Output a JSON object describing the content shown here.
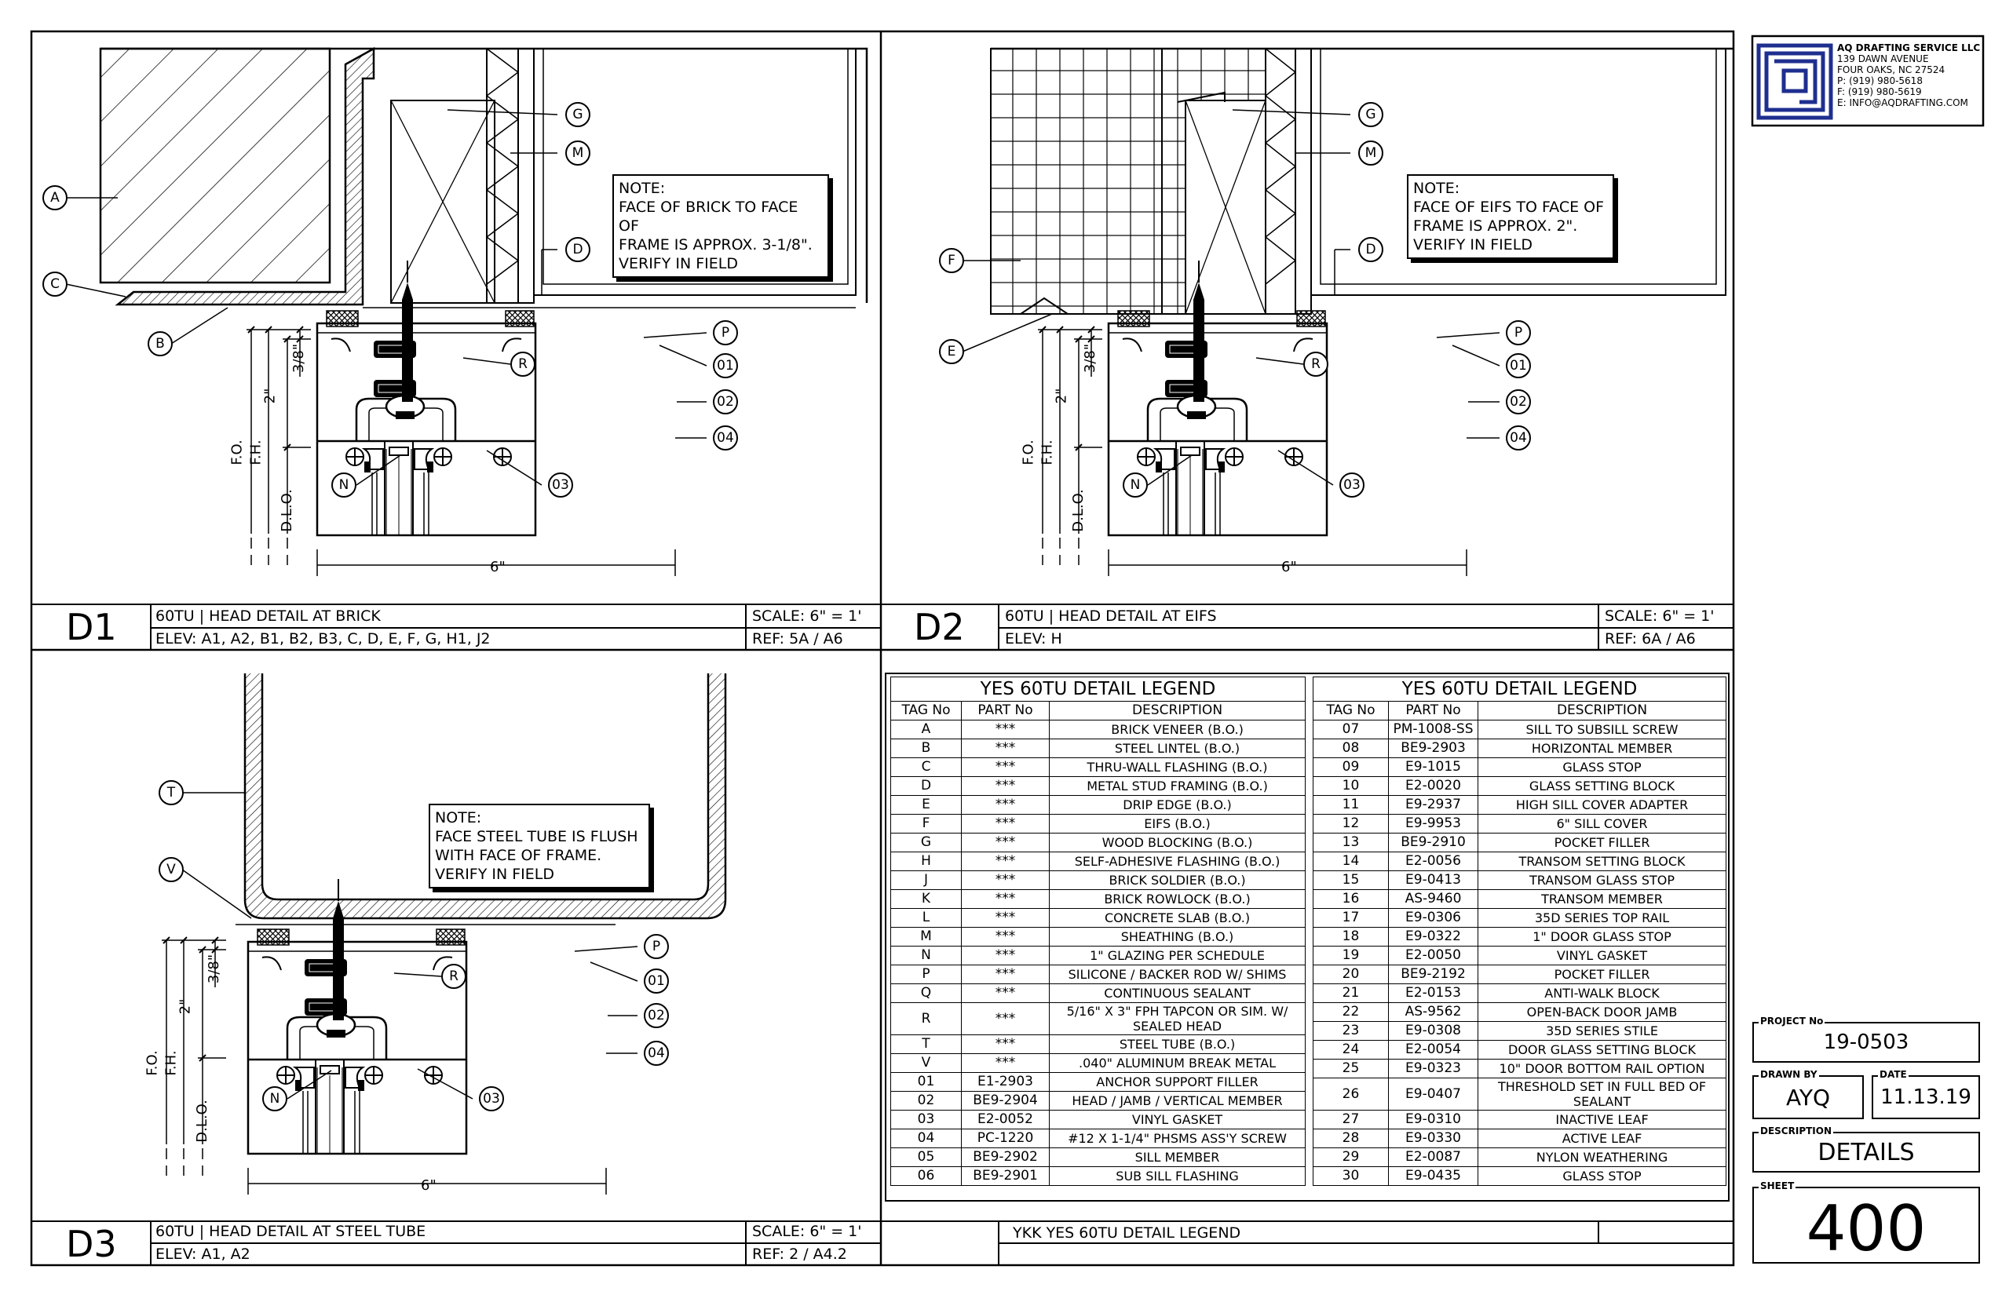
{
  "company": {
    "name": "AQ DRAFTING SERVICE LLC",
    "address1": "139 DAWN AVENUE",
    "address2": "FOUR OAKS, NC 27524",
    "phone": "P: (919) 980-5618",
    "fax": "F: (919) 980-5619",
    "email": "E: INFO@AQDRAFTING.COM"
  },
  "colors": {
    "logo_blue": "#1f2f8f",
    "line": "#000000"
  },
  "details": [
    {
      "id": "D1",
      "title": "60TU | HEAD DETAIL AT BRICK",
      "elev": "ELEV: A1, A2, B1, B2, B3, C, D, E, F, G, H1, J2",
      "scale": "SCALE: 6\" = 1'",
      "ref": "REF: 5A / A6",
      "note": [
        "NOTE:",
        "FACE OF BRICK TO FACE OF",
        "FRAME IS APPROX. 3-1/8\".",
        "VERIFY IN FIELD"
      ],
      "dims": {
        "fo": "F.O.",
        "fh": "F.H.",
        "dlo": "D.L.O.",
        "d38": "3/8\"",
        "d2": "2\"",
        "d6": "6\""
      },
      "tags": [
        "A",
        "C",
        "B",
        "G",
        "M",
        "D",
        "P",
        "R",
        "01",
        "02",
        "04",
        "N",
        "03"
      ]
    },
    {
      "id": "D2",
      "title": "60TU | HEAD DETAIL AT EIFS",
      "elev": "ELEV: H",
      "scale": "SCALE: 6\" = 1'",
      "ref": "REF: 6A / A6",
      "note": [
        "NOTE:",
        "FACE OF EIFS TO FACE OF",
        "FRAME IS APPROX. 2\".",
        "VERIFY IN FIELD"
      ],
      "dims": {
        "fo": "F.O.",
        "fh": "F.H.",
        "dlo": "D.L.O.",
        "d38": "3/8\"",
        "d2": "2\"",
        "d6": "6\""
      },
      "tags": [
        "F",
        "E",
        "G",
        "M",
        "D",
        "P",
        "R",
        "01",
        "02",
        "04",
        "N",
        "03"
      ]
    },
    {
      "id": "D3",
      "title": "60TU | HEAD DETAIL AT STEEL TUBE",
      "elev": "ELEV: A1, A2",
      "scale": "SCALE: 6\" = 1'",
      "ref": "REF: 2 / A4.2",
      "note": [
        "NOTE:",
        "FACE STEEL TUBE IS FLUSH",
        "WITH FACE OF FRAME.",
        "VERIFY IN FIELD"
      ],
      "dims": {
        "fo": "F.O.",
        "fh": "F.H.",
        "dlo": "D.L.O.",
        "d38": "3/8\"",
        "d2": "2\"",
        "d6": "6\""
      },
      "tags": [
        "T",
        "V",
        "P",
        "R",
        "01",
        "02",
        "04",
        "N",
        "03"
      ]
    }
  ],
  "legend": {
    "title": "YES 60TU DETAIL LEGEND",
    "headers": [
      "TAG No",
      "PART No",
      "DESCRIPTION"
    ],
    "left": [
      [
        "A",
        "***",
        "BRICK VENEER (B.O.)"
      ],
      [
        "B",
        "***",
        "STEEL LINTEL (B.O.)"
      ],
      [
        "C",
        "***",
        "THRU-WALL FLASHING (B.O.)"
      ],
      [
        "D",
        "***",
        "METAL STUD FRAMING (B.O.)"
      ],
      [
        "E",
        "***",
        "DRIP EDGE (B.O.)"
      ],
      [
        "F",
        "***",
        "EIFS (B.O.)"
      ],
      [
        "G",
        "***",
        "WOOD BLOCKING (B.O.)"
      ],
      [
        "H",
        "***",
        "SELF-ADHESIVE FLASHING (B.O.)"
      ],
      [
        "J",
        "***",
        "BRICK SOLDIER (B.O.)"
      ],
      [
        "K",
        "***",
        "BRICK ROWLOCK (B.O.)"
      ],
      [
        "L",
        "***",
        "CONCRETE SLAB (B.O.)"
      ],
      [
        "M",
        "***",
        "SHEATHING (B.O.)"
      ],
      [
        "N",
        "***",
        "1\" GLAZING PER SCHEDULE"
      ],
      [
        "P",
        "***",
        "SILICONE / BACKER ROD W/ SHIMS"
      ],
      [
        "Q",
        "***",
        "CONTINUOUS SEALANT"
      ],
      [
        "R",
        "***",
        "5/16\" X 3\" FPH TAPCON OR SIM. W/ SEALED HEAD"
      ],
      [
        "T",
        "***",
        "STEEL TUBE (B.O.)"
      ],
      [
        "V",
        "***",
        ".040\" ALUMINUM BREAK METAL"
      ],
      [
        "01",
        "E1-2903",
        "ANCHOR SUPPORT FILLER"
      ],
      [
        "02",
        "BE9-2904",
        "HEAD / JAMB / VERTICAL MEMBER"
      ],
      [
        "03",
        "E2-0052",
        "VINYL GASKET"
      ],
      [
        "04",
        "PC-1220",
        "#12 X 1-1/4\" PHSMS ASS'Y SCREW"
      ],
      [
        "05",
        "BE9-2902",
        "SILL MEMBER"
      ],
      [
        "06",
        "BE9-2901",
        "SUB SILL FLASHING"
      ]
    ],
    "right": [
      [
        "07",
        "PM-1008-SS",
        "SILL TO SUBSILL SCREW"
      ],
      [
        "08",
        "BE9-2903",
        "HORIZONTAL MEMBER"
      ],
      [
        "09",
        "E9-1015",
        "GLASS STOP"
      ],
      [
        "10",
        "E2-0020",
        "GLASS SETTING BLOCK"
      ],
      [
        "11",
        "E9-2937",
        "HIGH SILL COVER ADAPTER"
      ],
      [
        "12",
        "E9-9953",
        "6\" SILL COVER"
      ],
      [
        "13",
        "BE9-2910",
        "POCKET FILLER"
      ],
      [
        "14",
        "E2-0056",
        "TRANSOM SETTING BLOCK"
      ],
      [
        "15",
        "E9-0413",
        "TRANSOM GLASS STOP"
      ],
      [
        "16",
        "AS-9460",
        "TRANSOM MEMBER"
      ],
      [
        "17",
        "E9-0306",
        "35D SERIES TOP RAIL"
      ],
      [
        "18",
        "E9-0322",
        "1\" DOOR GLASS STOP"
      ],
      [
        "19",
        "E2-0050",
        "VINYL GASKET"
      ],
      [
        "20",
        "BE9-2192",
        "POCKET FILLER"
      ],
      [
        "21",
        "E2-0153",
        "ANTI-WALK BLOCK"
      ],
      [
        "22",
        "AS-9562",
        "OPEN-BACK DOOR JAMB"
      ],
      [
        "23",
        "E9-0308",
        "35D SERIES STILE"
      ],
      [
        "24",
        "E2-0054",
        "DOOR GLASS SETTING BLOCK"
      ],
      [
        "25",
        "E9-0323",
        "10\" DOOR BOTTOM RAIL OPTION"
      ],
      [
        "26",
        "E9-0407",
        "THRESHOLD SET IN FULL BED OF SEALANT"
      ],
      [
        "27",
        "E9-0310",
        "INACTIVE LEAF"
      ],
      [
        "28",
        "E9-0330",
        "ACTIVE LEAF"
      ],
      [
        "29",
        "E2-0087",
        "NYLON WEATHERING"
      ],
      [
        "30",
        "E9-0435",
        "GLASS STOP"
      ]
    ],
    "footer": "YKK YES 60TU DETAIL LEGEND"
  },
  "titleblock": {
    "project_label": "PROJECT No",
    "project": "19-0503",
    "drawn_label": "DRAWN BY",
    "drawn": "AYQ",
    "date_label": "DATE",
    "date": "11.13.19",
    "desc_label": "DESCRIPTION",
    "desc": "DETAILS",
    "sheet_label": "SHEET",
    "sheet": "400"
  }
}
